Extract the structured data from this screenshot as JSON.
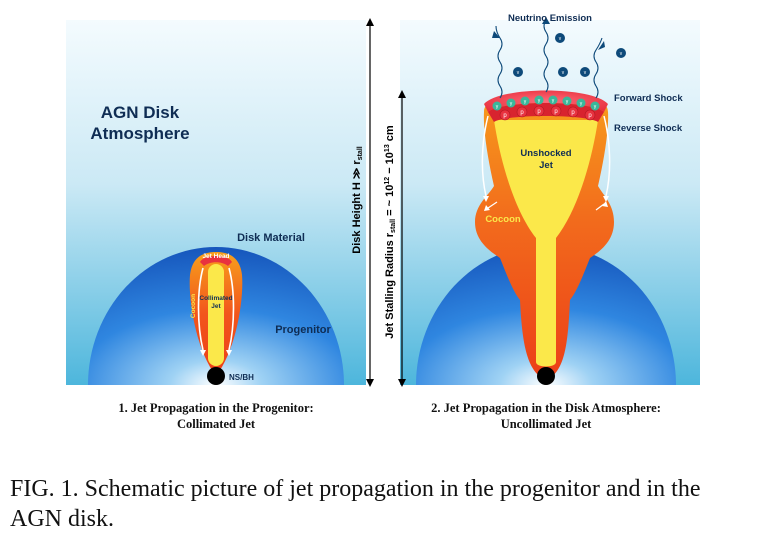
{
  "labels": {
    "agn_disk_line1": "AGN Disk",
    "agn_disk_line2": "Atmosphere",
    "disk_material": "Disk Material",
    "jet_head": "Jet Head",
    "cocoon_left": "Cocoon",
    "collimated_line1": "Collimated",
    "collimated_line2": "Jet",
    "progenitor": "Progenitor",
    "ns_bh": "NS/BH",
    "disk_height": "Disk Height H ≫ r",
    "disk_height_sub": "stall",
    "stalling_radius": "Jet Stalling Radius r",
    "stalling_radius_sub": "stall",
    "stalling_radius_val": " = ~ 10",
    "exp1": "12",
    "stalling_dash": " − 10",
    "exp2": "13",
    "stalling_unit": " cm",
    "neutrino_emission": "Neutrino Emission",
    "forward_shock": "Forward Shock",
    "reverse_shock": "Reverse Shock",
    "unshocked_line1": "Unshocked",
    "unshocked_line2": "Jet",
    "cocoon_right": "Cocoon",
    "proton": "p",
    "gamma": "γ",
    "neutrino": "ν"
  },
  "panels": {
    "left_title_line1": "1. Jet Propagation in the Progenitor:",
    "left_title_line2": "Collimated Jet",
    "right_title_line1": "2. Jet Propagation in the Disk Atmosphere:",
    "right_title_line2": "Uncollimated Jet"
  },
  "caption": {
    "label": "FIG. 1.",
    "text": " Schematic picture of jet propagation in the progenitor and in the AGN disk."
  },
  "colors": {
    "atmosphere_top": "#eaf6fb",
    "atmosphere_bottom": "#4fb8dd",
    "progenitor_blue": "#1b63c7",
    "jet_yellow": "#fbe84a",
    "cocoon_orange": "#f2551c",
    "shock_red": "#e8323f",
    "proton_red": "#e8323f",
    "gamma_green": "#3ab79a",
    "neutrino_navy": "#0e4a7a",
    "label_navy": "#0f2d54"
  }
}
